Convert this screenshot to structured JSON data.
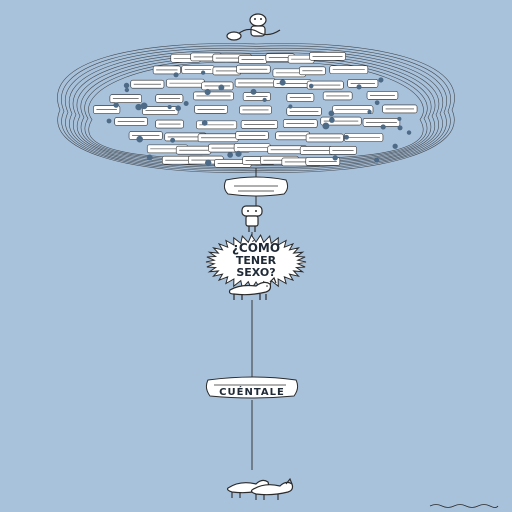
{
  "poster": {
    "background_color": "#a9c2dc",
    "line_color": "#2b2b2b",
    "bubble_fill": "#ffffff",
    "blob_color": "#4d6a86"
  },
  "title": {
    "line1": "¿CÓMO",
    "line2": "TENER",
    "line3": "SEXO?"
  },
  "bottom_label": "CUÉNTALE",
  "icons": {
    "top": "character-pair-icon",
    "middle_person": "robot-figure-icon",
    "dog": "dog-icon",
    "bottom": "sleeping-dogs-icon"
  }
}
